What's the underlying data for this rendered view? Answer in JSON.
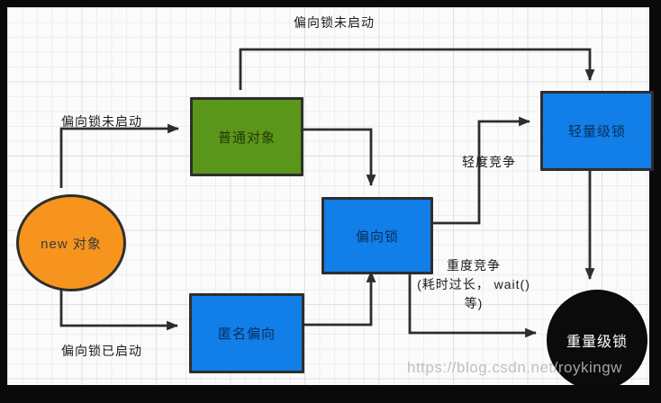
{
  "nodes": {
    "new_object": {
      "label": "new 对象",
      "fill": "#f7941e",
      "shape": "ellipse"
    },
    "ordinary_object": {
      "label": "普通对象",
      "fill": "#5a9619",
      "shape": "rect"
    },
    "biased_lock": {
      "label": "偏向锁",
      "fill": "#127ee8",
      "shape": "rect"
    },
    "anonymous_bias": {
      "label": "匿名偏向",
      "fill": "#127ee8",
      "shape": "rect"
    },
    "lightweight_lock": {
      "label": "轻量级锁",
      "fill": "#127ee8",
      "shape": "rect"
    },
    "heavyweight_lock": {
      "label": "重量级锁",
      "fill": "#0b0b0b",
      "shape": "ellipse",
      "text_color": "#ffffff"
    }
  },
  "edge_labels": {
    "top_note": "偏向锁未启动",
    "biased_not_started": "偏向锁未启动",
    "biased_started": "偏向锁已启动",
    "light_contention": "轻度竞争",
    "heavy_contention_line1": "重度竞争",
    "heavy_contention_line2": "(耗时过长， wait()",
    "heavy_contention_line3": "等)"
  },
  "colors": {
    "arrow": "#2d2d2d",
    "grid_minor": "#ededed",
    "grid_major": "#dfdfdf",
    "canvas_bg": "#fbfbfb",
    "frame_bg": "#0a0a0a"
  },
  "watermark": "https://blog.csdn.net/roykingw"
}
